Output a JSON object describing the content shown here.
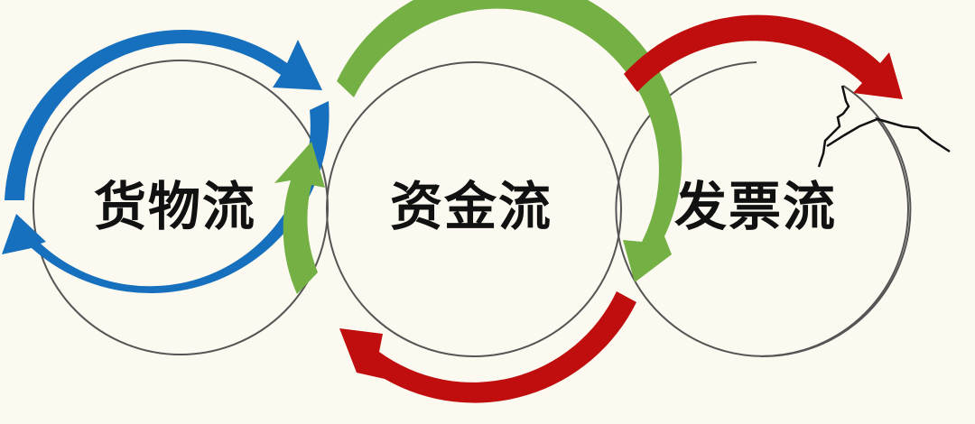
{
  "diagram": {
    "background": "#fbf9f0",
    "nodes": [
      {
        "id": "goods",
        "label": "货物流",
        "color": "#1670bd"
      },
      {
        "id": "funds",
        "label": "资金流",
        "color": "#75b045"
      },
      {
        "id": "invoice",
        "label": "发票流",
        "color": "#c00d0d"
      }
    ],
    "colors": {
      "blue": "#1670bd",
      "green": "#75b045",
      "red": "#c00d0d",
      "circle_stroke": "#555555"
    },
    "annotations": {
      "crack": "broken-circle-crack"
    }
  }
}
